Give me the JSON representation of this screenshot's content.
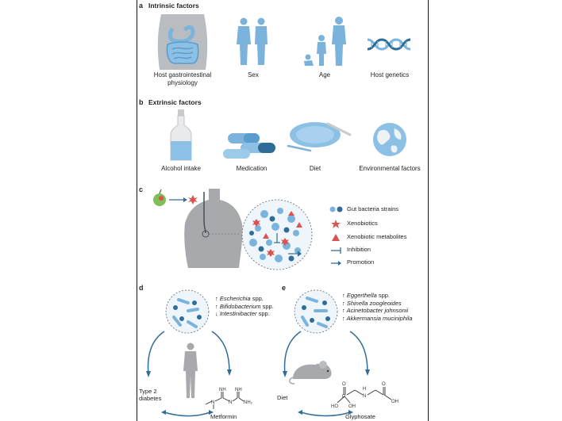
{
  "panels": {
    "a": {
      "label": "a",
      "title": "Intrinsic factors",
      "items": [
        "Host gastrointestinal physiology",
        "Sex",
        "Age",
        "Host genetics"
      ]
    },
    "b": {
      "label": "b",
      "title": "Extrinsic factors",
      "items": [
        "Alcohol intake",
        "Medication",
        "Diet",
        "Environmental factors"
      ]
    },
    "c": {
      "label": "c",
      "legend": [
        "Gut bacteria strains",
        "Xenobiotics",
        "Xenobiotic metabolites",
        "Inhibition",
        "Promotion"
      ]
    },
    "d": {
      "label": "d",
      "species": [
        {
          "arrow": "↑",
          "name": "Escherichia",
          "suffix": " spp."
        },
        {
          "arrow": "↑",
          "name": "Bifidobacterium",
          "suffix": " spp."
        },
        {
          "arrow": "↓",
          "name": "Intestinibacter",
          "suffix": " spp."
        }
      ],
      "condition": "Type 2 diabetes",
      "drug": "Metformin"
    },
    "e": {
      "label": "e",
      "species": [
        {
          "arrow": "↑",
          "name": "Eggerthella",
          "suffix": " spp."
        },
        {
          "arrow": "↑",
          "name": "Shinella zoogleoides",
          "suffix": ""
        },
        {
          "arrow": "↑",
          "name": "Acinetobacter johnsonii",
          "suffix": ""
        },
        {
          "arrow": "↑",
          "name": "Akkermansia muciniphila",
          "suffix": ""
        }
      ],
      "exposure": "Diet",
      "compound": "Glyphosate"
    }
  },
  "colors": {
    "figure_blue": "#7bb3dc",
    "dark_blue": "#2f6d98",
    "xenobiotic_red": "#d9534f",
    "body_grey": "#a7a9ac"
  }
}
